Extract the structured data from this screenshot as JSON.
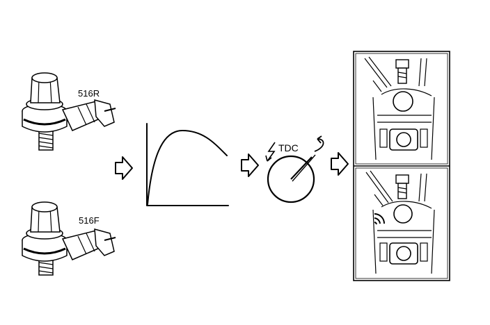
{
  "sensors": [
    {
      "label": "516R"
    },
    {
      "label": "516F"
    }
  ],
  "timing": {
    "label": "TDC"
  }
}
